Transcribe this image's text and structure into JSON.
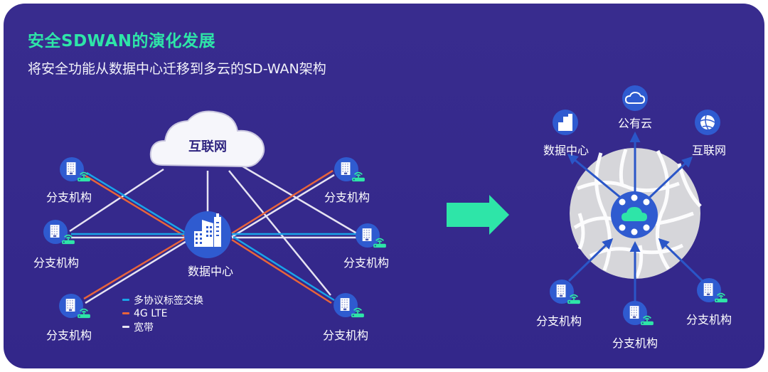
{
  "header": {
    "title": "安全SDWAN的演化发展",
    "subtitle": "将安全功能从数据中心迁移到多云的SD-WAN架构"
  },
  "colors": {
    "background": "#35298a",
    "title": "#2ee5a8",
    "node": "#2f5bd0",
    "mpls": "#1aa4e8",
    "lte": "#e8643a",
    "broadband": "#e6e3f2",
    "arrow": "#2ee5a8",
    "router": "#2ee5a8"
  },
  "left_diagram": {
    "internet_label": "互联网",
    "datacenter_label": "数据中心",
    "branches": [
      {
        "label": "分支机构",
        "position": "top-left"
      },
      {
        "label": "分支机构",
        "position": "middle-left"
      },
      {
        "label": "分支机构",
        "position": "bottom-left"
      },
      {
        "label": "分支机构",
        "position": "top-right"
      },
      {
        "label": "分支机构",
        "position": "middle-right"
      },
      {
        "label": "分支机构",
        "position": "bottom-right"
      }
    ],
    "legend": [
      {
        "label": "多协议标签交换",
        "color": "#1aa4e8"
      },
      {
        "label": "4G LTE",
        "color": "#e8643a"
      },
      {
        "label": "宽带",
        "color": "#e6e3f2"
      }
    ]
  },
  "transition_arrow": "arrow-right",
  "right_diagram": {
    "top_nodes": [
      {
        "label": "数据中心",
        "icon": "building-icon"
      },
      {
        "label": "公有云",
        "icon": "cloud-icon"
      },
      {
        "label": "互联网",
        "icon": "globe-icon"
      }
    ],
    "hub": "cloud-security-hub",
    "branches": [
      {
        "label": "分支机构"
      },
      {
        "label": "分支机构"
      },
      {
        "label": "分支机构"
      }
    ]
  }
}
